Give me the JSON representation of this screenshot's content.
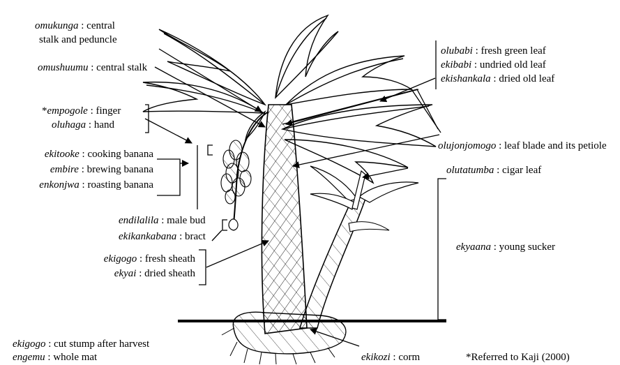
{
  "labels": {
    "omukunga": {
      "term": "omukunga",
      "desc": " : central",
      "desc2": "stalk and peduncle"
    },
    "omushuumu": {
      "term": "omushuumu",
      "desc": " : central stalk"
    },
    "empogole": {
      "prefix": "*",
      "term": "empogole",
      "desc": " : finger"
    },
    "oluhaga": {
      "term": "oluhaga",
      "desc": " : hand"
    },
    "ekitooke": {
      "term": "ekitooke",
      "desc": " : cooking banana"
    },
    "embire": {
      "term": "embire",
      "desc": " : brewing banana"
    },
    "enkonjwa": {
      "term": "enkonjwa",
      "desc": " : roasting banana"
    },
    "endilalila": {
      "term": "endilalila",
      "desc": " : male bud"
    },
    "ekikankabana": {
      "term": "ekikankabana",
      "desc": " : bract"
    },
    "ekigogo_fresh": {
      "term": "ekigogo",
      "desc": " : fresh sheath"
    },
    "ekyai": {
      "term": "ekyai",
      "desc": " : dried sheath"
    },
    "ekigogo_stump": {
      "term": "ekigogo",
      "desc": " : cut stump after harvest"
    },
    "engemu": {
      "term": "engemu",
      "desc": " : whole mat"
    },
    "olubabi": {
      "term": "olubabi",
      "desc": " : fresh green leaf"
    },
    "ekibabi": {
      "term": "ekibabi",
      "desc": " : undried old leaf"
    },
    "ekishankala": {
      "term": "ekishankala",
      "desc": " : dried old leaf"
    },
    "olujonjomogo": {
      "term": "olujonjomogo",
      "desc": " : leaf blade and its petiole"
    },
    "olutatumba": {
      "term": "olutatumba",
      "desc": " : cigar leaf"
    },
    "ekyaana": {
      "term": "ekyaana",
      "desc": " : young sucker"
    },
    "ekikozi": {
      "term": "ekikozi",
      "desc": "  : corm"
    }
  },
  "footnote": "*Referred to Kaji (2000)"
}
